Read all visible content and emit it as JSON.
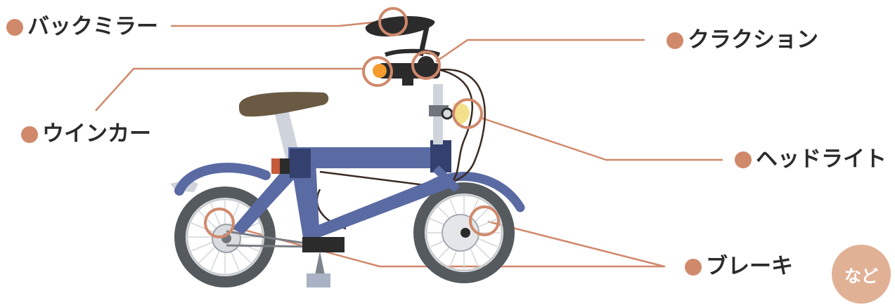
{
  "colors": {
    "accent": "#d0896b",
    "frame": "#5a6aa3",
    "frame_dark": "#34406e",
    "tire": "#555a5e",
    "saddle": "#6b5a43",
    "badge": "#e1b196"
  },
  "labels": {
    "mirror": "バックミラー",
    "horn": "クラクション",
    "turn_signal": "ウインカー",
    "headlight": "ヘッドライト",
    "brake": "ブレーキ"
  },
  "badge": {
    "text": "など"
  },
  "icons": {
    "label_marker": "circle-bullet",
    "part_marker": "ring-highlight"
  }
}
